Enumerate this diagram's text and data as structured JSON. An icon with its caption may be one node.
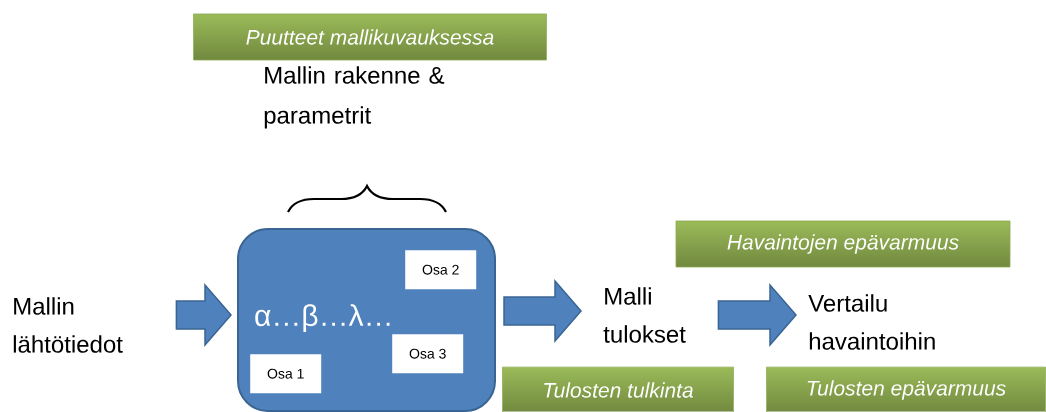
{
  "diagram": {
    "nodes": [
      {
        "text": [
          "Mallin lähtötiedot"
        ]
      },
      {
        "text": [
          "α…β…λ…"
        ]
      },
      {
        "text": [
          "Osa 2"
        ],
        "in": 1
      },
      {
        "text": [
          "Osa 3"
        ],
        "in": 1
      },
      {
        "text": [
          "Osa 1"
        ],
        "in": 1
      },
      {
        "text": [
          "Malli tulokset"
        ]
      },
      {
        "text": [
          "Vertailu havaintoihin"
        ]
      },
      {
        "text": [
          "Puutteet mallikuvauksessa"
        ]
      },
      {
        "text": [
          "Havaintojen epävarmuus"
        ]
      },
      {
        "text": [
          "Tulosten tulkinta"
        ]
      },
      {
        "text": [
          "Tulosten epävarmuus"
        ]
      }
    ],
    "edges": [
      {
        "from": 0,
        "to": 1,
        "arrow": "to"
      },
      {
        "from": 1,
        "to": 5,
        "arrow": "to"
      },
      {
        "from": 5,
        "to": 6,
        "arrow": "to"
      }
    ],
    "labels": [
      "Mallin rakenne & parametrit"
    ]
  }
}
